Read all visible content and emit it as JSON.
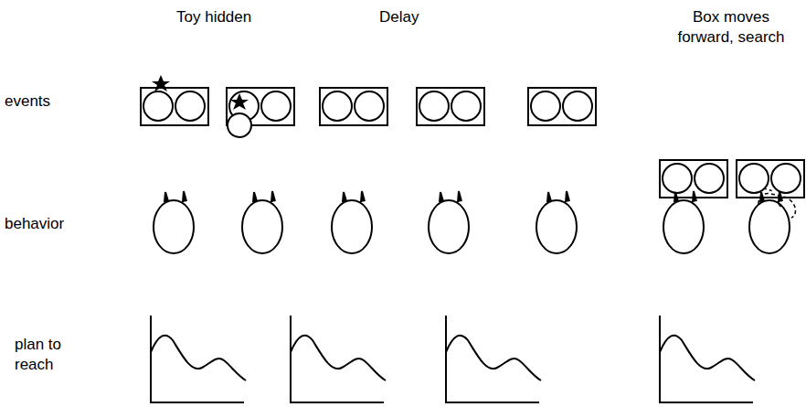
{
  "diagram": {
    "labels": [
      "Toy hidden",
      "Delay",
      "Box moves forward, search",
      "events",
      "behavior",
      "plan to reach"
    ]
  }
}
